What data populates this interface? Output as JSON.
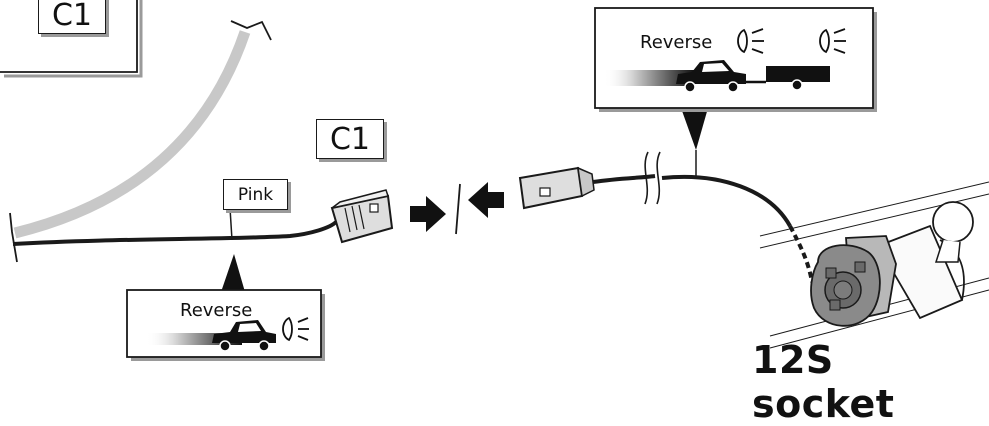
{
  "labels": {
    "c1_top": "C1",
    "c1_mid": "C1",
    "wire_color": "Pink",
    "socket": "12S socket"
  },
  "callout_vehicle": {
    "text": "Reverse",
    "icons": [
      "car-icon",
      "headlight-icon"
    ]
  },
  "callout_trailer": {
    "text": "Reverse",
    "icons": [
      "car-icon",
      "trailer-icon",
      "headlight-icon",
      "headlight-icon"
    ]
  },
  "icons": [
    "arrow-right-icon",
    "arrow-left-icon",
    "wire-break-icon",
    "tow-bar-icon"
  ],
  "colors": {
    "line": "#1a1a1a",
    "harness_gray": "#c8c8c8",
    "shadow": "#9a9a9a",
    "connector": "#dedede",
    "socket_gray": "#8a8a8a"
  }
}
